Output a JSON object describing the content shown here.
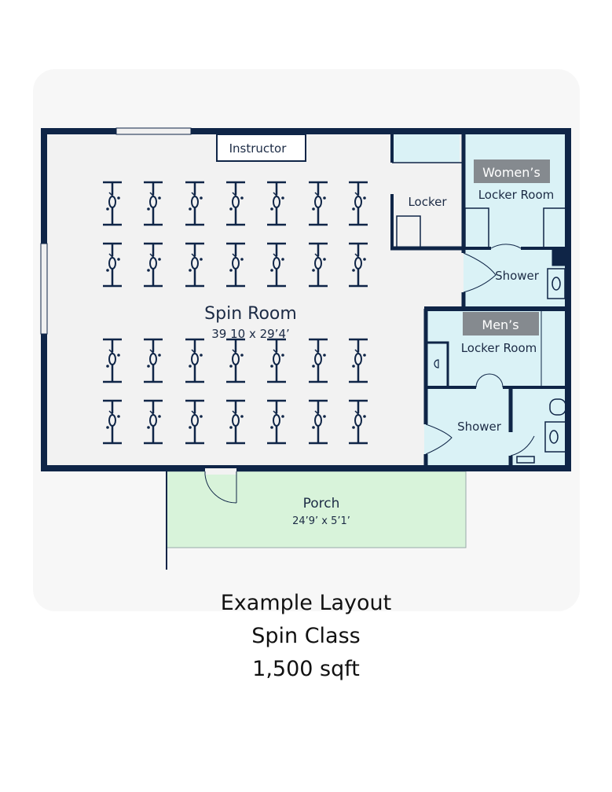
{
  "plan": {
    "instructor": "Instructor",
    "spin_room": {
      "name": "Spin Room",
      "dims": "39 10 x 29’4’"
    },
    "locker": "Locker",
    "womens": {
      "badge": "Women’s",
      "name": "Locker Room",
      "shower": "Shower"
    },
    "mens": {
      "badge": "Men’s",
      "name": "Locker Room",
      "shower": "Shower"
    },
    "porch": {
      "name": "Porch",
      "dims": "24’9’ x 5’1’"
    },
    "bike_rows": 4,
    "bike_cols": 7
  },
  "caption": {
    "line1": "Example Layout",
    "line2": "Spin Class",
    "line3": "1,500 sqft"
  },
  "colors": {
    "wall": "#0f2547",
    "floor": "#f2f2f2",
    "wet": "#daf2f6",
    "porch": "#d8f3da",
    "badge": "#858a8f"
  }
}
